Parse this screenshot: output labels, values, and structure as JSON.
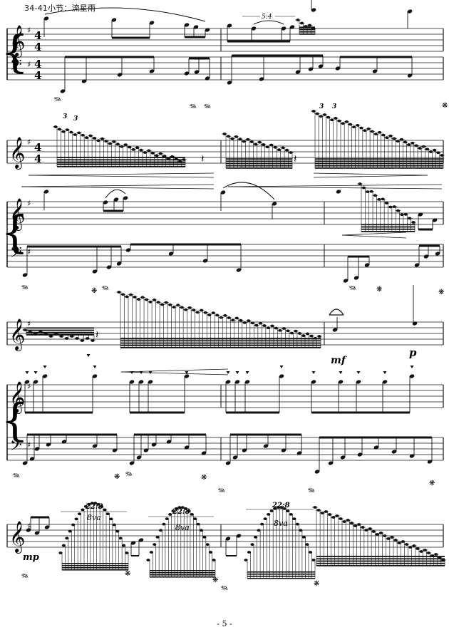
{
  "heading": "34-41小节：流星雨",
  "page_number": "- 5 -",
  "clef_glyphs": {
    "treble": "𝄞",
    "bass": "𝄢"
  },
  "time_signature": {
    "top": "4",
    "bottom": "4"
  },
  "pedal": {
    "down": "𝆮",
    "up": "❋"
  },
  "dynamics": {
    "mf": "mf",
    "p": "p",
    "mp": "mp"
  },
  "tuplets": {
    "triplet": "3",
    "quintuplet": "5:4",
    "group": "22:8"
  },
  "ottava": "8va"
}
